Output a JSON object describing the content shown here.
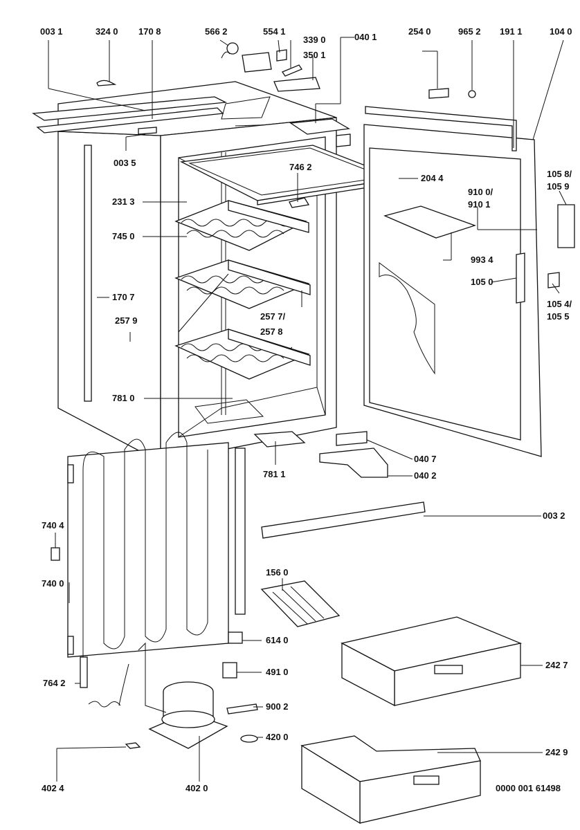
{
  "labels": {
    "p003_1": "003 1",
    "p324_0": "324 0",
    "p170_8": "170 8",
    "p566_2": "566 2",
    "p554_1": "554 1",
    "p339_0": "339 0",
    "p350_1": "350 1",
    "p040_1": "040 1",
    "p254_0": "254 0",
    "p965_2": "965 2",
    "p191_1": "191 1",
    "p104_0": "104 0",
    "p003_5": "003 5",
    "p746_2": "746 2",
    "p204_4": "204 4",
    "p105_8": "105 8/",
    "p105_9": "105 9",
    "p910_0": "910 0/",
    "p910_1": "910 1",
    "p231_3": "231 3",
    "p745_0": "745 0",
    "p993_4": "993 4",
    "p105_0": "105 0",
    "p170_7": "170 7",
    "p105_4": "105 4/",
    "p105_5": "105 5",
    "p257_7": "257 7/",
    "p257_8": "257 8",
    "p257_9": "257 9",
    "p781_0": "781 0",
    "p040_7": "040 7",
    "p781_1": "781 1",
    "p040_2": "040 2",
    "p003_2": "003 2",
    "p740_4": "740 4",
    "p156_0": "156 0",
    "p740_0": "740 0",
    "p614_0": "614 0",
    "p242_7": "242 7",
    "p491_0": "491 0",
    "p764_2": "764 2",
    "p900_2": "900 2",
    "p420_0": "420 0",
    "p242_9": "242 9",
    "p402_4": "402 4",
    "p402_0": "402 0",
    "drawing_no": "0000 001 61498"
  }
}
